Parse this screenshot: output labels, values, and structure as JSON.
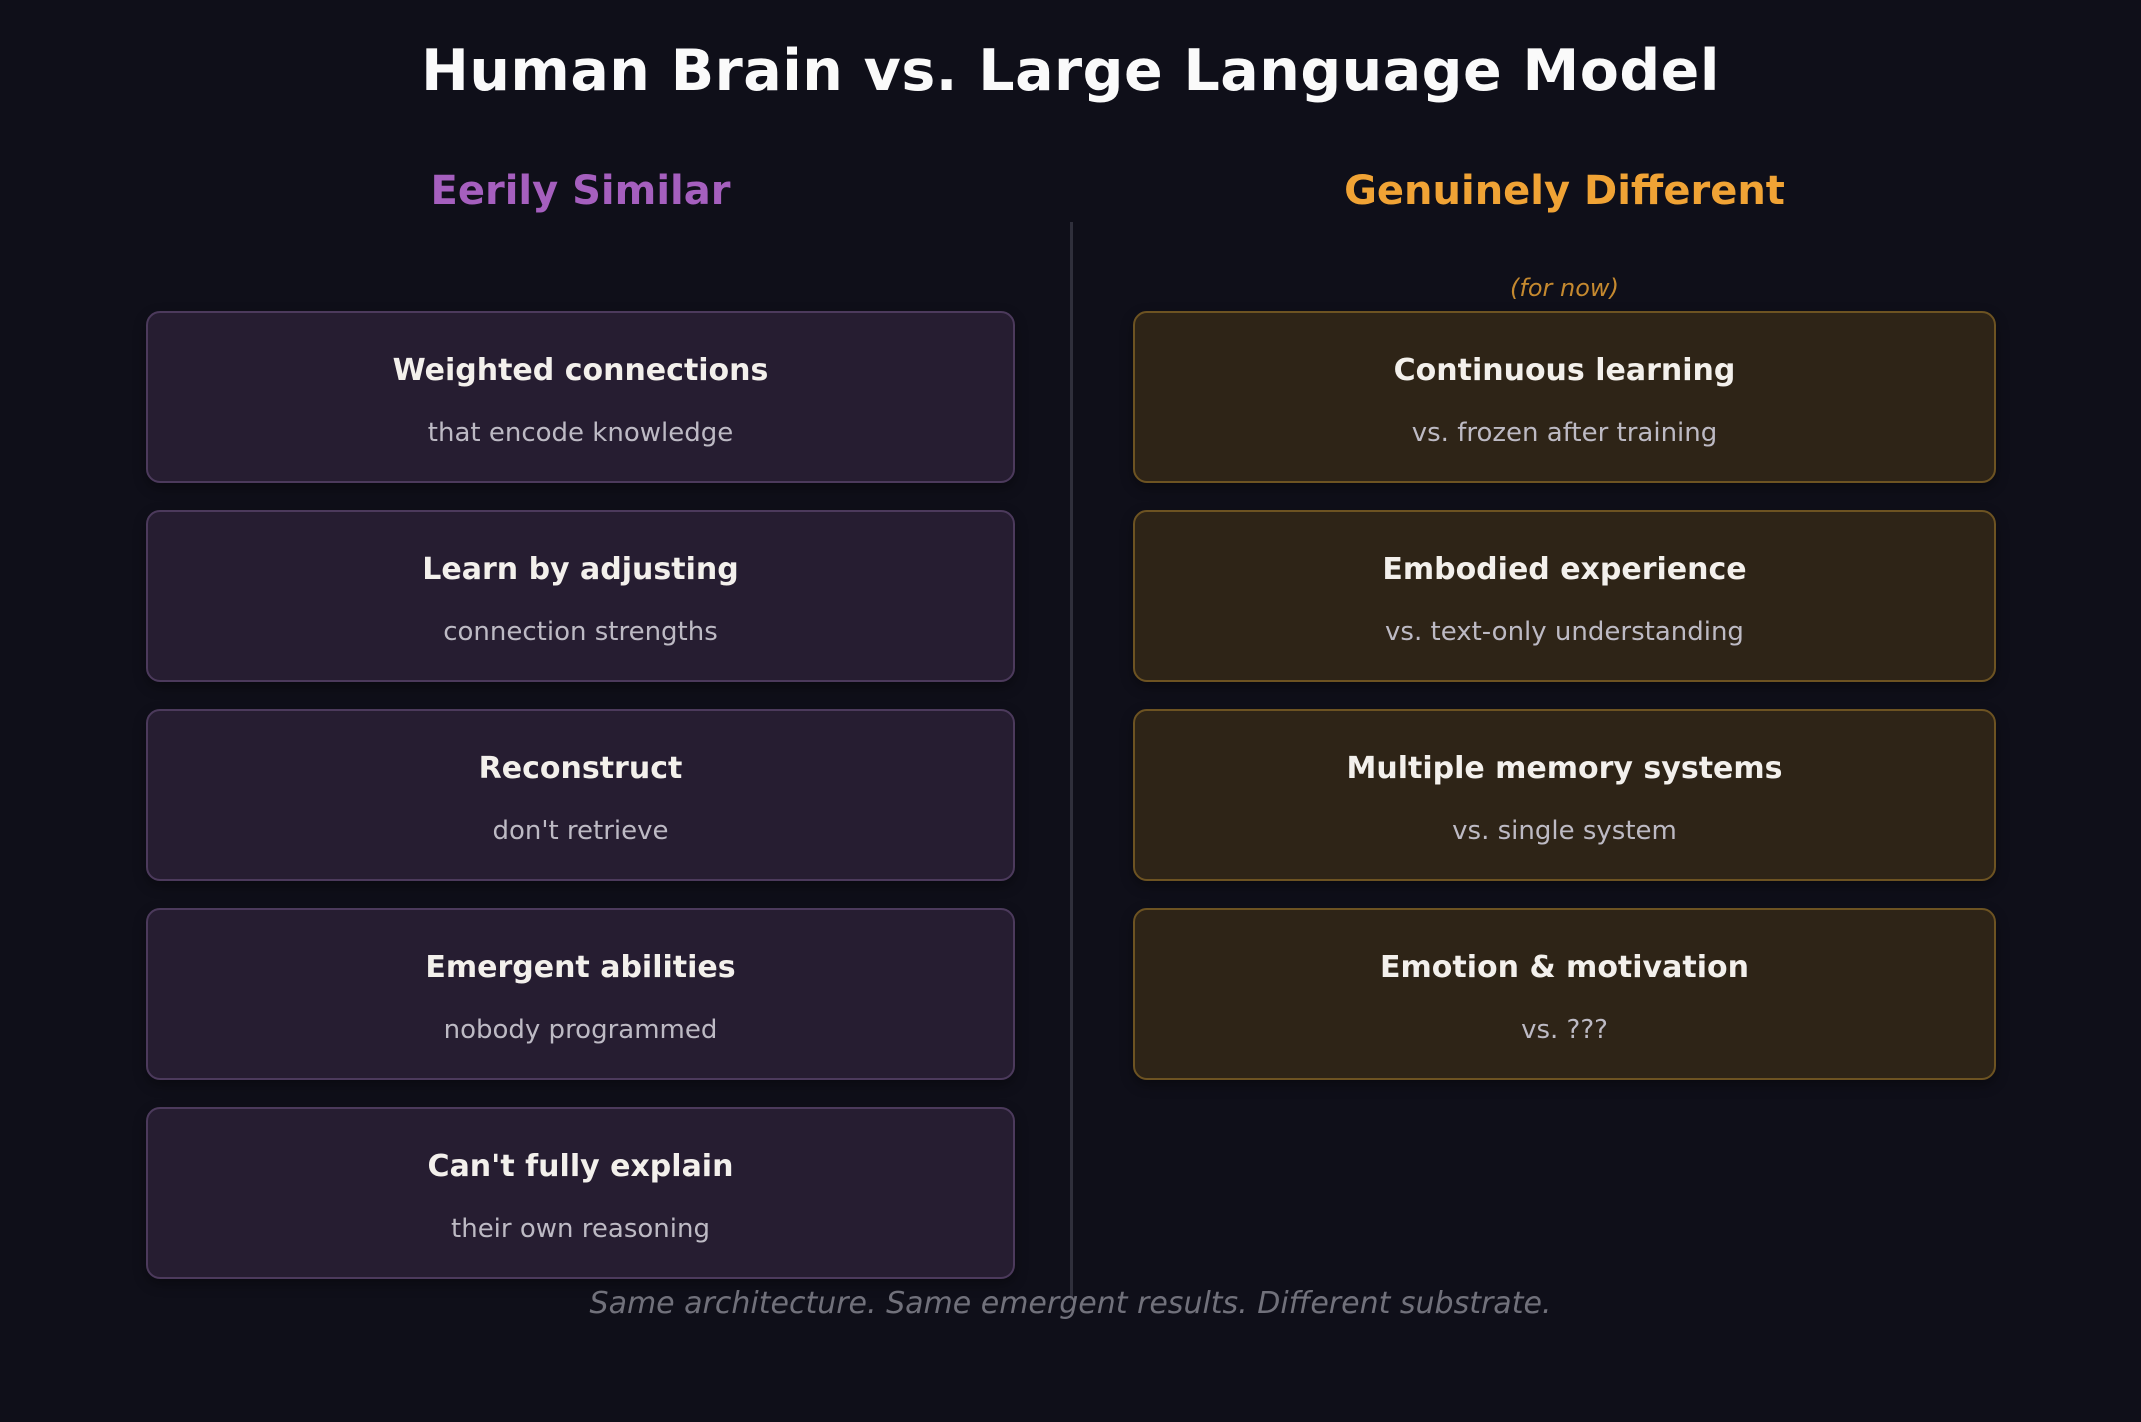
{
  "page": {
    "title": "Human Brain vs. Large Language Model",
    "footer": "Same architecture. Same emergent results. Different substrate."
  },
  "columns": {
    "similar": {
      "header": "Eerily Similar",
      "cards": [
        {
          "heading": "Weighted connections",
          "subtext": "that encode knowledge"
        },
        {
          "heading": "Learn by adjusting",
          "subtext": "connection strengths"
        },
        {
          "heading": "Reconstruct",
          "subtext": "don't retrieve"
        },
        {
          "heading": "Emergent abilities",
          "subtext": "nobody programmed"
        },
        {
          "heading": "Can't fully explain",
          "subtext": "their own reasoning"
        }
      ]
    },
    "different": {
      "header": "Genuinely Different",
      "note": "(for now)",
      "cards": [
        {
          "heading": "Continuous learning",
          "subtext": "vs. frozen after training"
        },
        {
          "heading": "Embodied experience",
          "subtext": "vs. text-only understanding"
        },
        {
          "heading": "Multiple memory systems",
          "subtext": "vs. single system"
        },
        {
          "heading": "Emotion & motivation",
          "subtext": "vs. ???"
        }
      ]
    }
  },
  "colors": {
    "background": "#0f0f19",
    "similar_accent": "#a55fbe",
    "different_accent": "#f0a335",
    "note_color": "#c5892f",
    "similar_card_bg": "#261d31",
    "similar_card_border": "#4c3a5c",
    "different_card_bg": "#2e2417",
    "different_card_border": "#6d5322",
    "heading_text": "#f3f0ec",
    "subtext_text": "#bdbac4",
    "footer_text": "#71717b"
  }
}
